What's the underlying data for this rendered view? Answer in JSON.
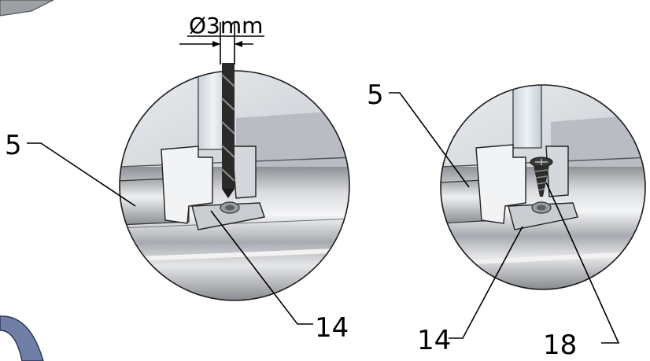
{
  "callouts": {
    "left_part": "5",
    "left_bracket": "14",
    "right_part": "5",
    "right_bracket": "14",
    "right_screw": "18"
  },
  "dimension": {
    "diameter_symbol": "Ø",
    "value": "3mm"
  },
  "colors": {
    "background": "#ffffff",
    "glass": "#d9dde2",
    "metal": "#bfc2c6",
    "outline": "#1a1a1a",
    "drill": "#1e1e1e"
  }
}
